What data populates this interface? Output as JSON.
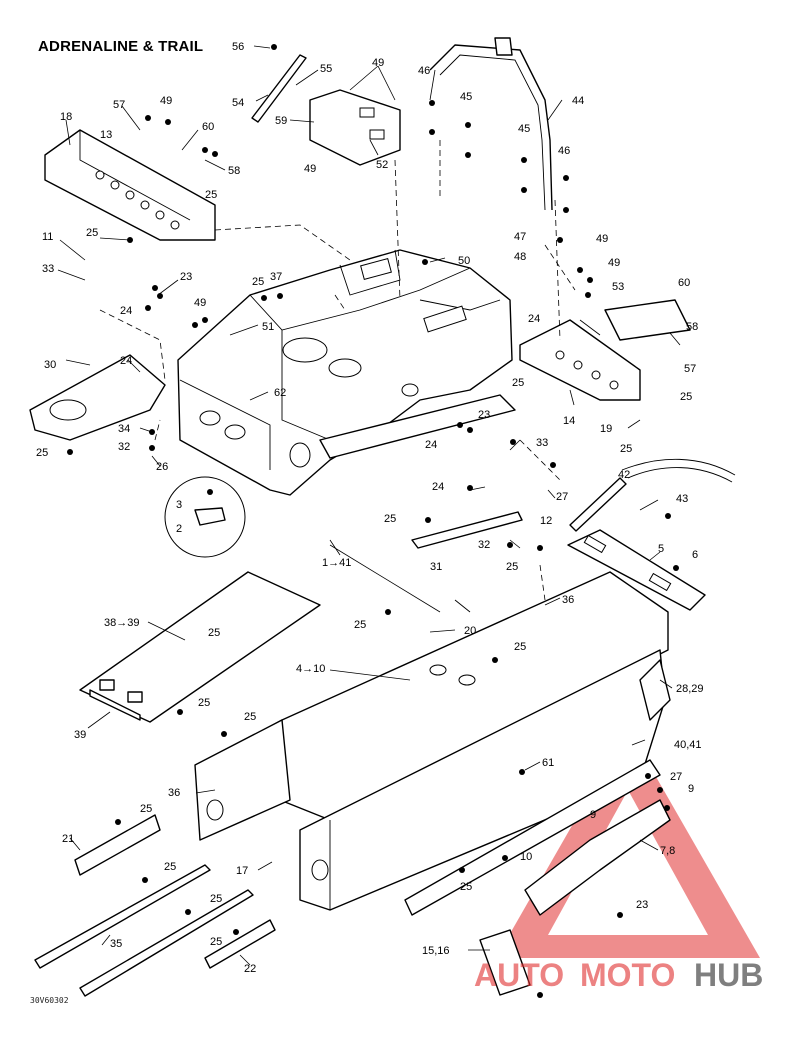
{
  "title": "ADRENALINE & TRAIL",
  "drawing_code": "30V60302",
  "watermark": {
    "part1": "AUTO",
    "part2": "MOTO",
    "part3": "HUB",
    "color_red": "#e03030",
    "color_gray": "#555555"
  },
  "callouts": [
    {
      "id": "c56",
      "text": "56"
    },
    {
      "id": "c55",
      "text": "55"
    },
    {
      "id": "c54",
      "text": "54"
    },
    {
      "id": "c59",
      "text": "59"
    },
    {
      "id": "c49a",
      "text": "49"
    },
    {
      "id": "c49b",
      "text": "49"
    },
    {
      "id": "c52",
      "text": "52"
    },
    {
      "id": "c46a",
      "text": "46"
    },
    {
      "id": "c45a",
      "text": "45"
    },
    {
      "id": "c44",
      "text": "44"
    },
    {
      "id": "c45b",
      "text": "45"
    },
    {
      "id": "c46b",
      "text": "46"
    },
    {
      "id": "c18",
      "text": "18"
    },
    {
      "id": "c57a",
      "text": "57"
    },
    {
      "id": "c49c",
      "text": "49"
    },
    {
      "id": "c60a",
      "text": "60"
    },
    {
      "id": "c13",
      "text": "13"
    },
    {
      "id": "c58a",
      "text": "58"
    },
    {
      "id": "c25a",
      "text": "25"
    },
    {
      "id": "c25b",
      "text": "25"
    },
    {
      "id": "c11",
      "text": "11"
    },
    {
      "id": "c33a",
      "text": "33"
    },
    {
      "id": "c23a",
      "text": "23"
    },
    {
      "id": "c24a",
      "text": "24"
    },
    {
      "id": "c25c",
      "text": "25"
    },
    {
      "id": "c37",
      "text": "37"
    },
    {
      "id": "c50",
      "text": "50"
    },
    {
      "id": "c49d",
      "text": "49"
    },
    {
      "id": "c51",
      "text": "51"
    },
    {
      "id": "c47",
      "text": "47"
    },
    {
      "id": "c49e",
      "text": "49"
    },
    {
      "id": "c48",
      "text": "48"
    },
    {
      "id": "c49f",
      "text": "49"
    },
    {
      "id": "c53",
      "text": "53"
    },
    {
      "id": "c60b",
      "text": "60"
    },
    {
      "id": "c58b",
      "text": "58"
    },
    {
      "id": "c24b",
      "text": "24"
    },
    {
      "id": "c57b",
      "text": "57"
    },
    {
      "id": "c25d",
      "text": "25"
    },
    {
      "id": "c30",
      "text": "30"
    },
    {
      "id": "c24c",
      "text": "24"
    },
    {
      "id": "c62",
      "text": "62"
    },
    {
      "id": "c14",
      "text": "14"
    },
    {
      "id": "c25e",
      "text": "25"
    },
    {
      "id": "c19",
      "text": "19"
    },
    {
      "id": "c25f",
      "text": "25"
    },
    {
      "id": "c34",
      "text": "34"
    },
    {
      "id": "c32a",
      "text": "32"
    },
    {
      "id": "c25g",
      "text": "25"
    },
    {
      "id": "c26",
      "text": "26"
    },
    {
      "id": "c23b",
      "text": "23"
    },
    {
      "id": "c24d",
      "text": "24"
    },
    {
      "id": "c33b",
      "text": "33"
    },
    {
      "id": "c3",
      "text": "3"
    },
    {
      "id": "c2",
      "text": "2"
    },
    {
      "id": "c24e",
      "text": "24"
    },
    {
      "id": "c27a",
      "text": "27"
    },
    {
      "id": "c42",
      "text": "42"
    },
    {
      "id": "c43",
      "text": "43"
    },
    {
      "id": "c25h",
      "text": "25"
    },
    {
      "id": "c12",
      "text": "12"
    },
    {
      "id": "c32b",
      "text": "32"
    },
    {
      "id": "c31",
      "text": "31"
    },
    {
      "id": "c1_41",
      "text": "1→41"
    },
    {
      "id": "c5",
      "text": "5"
    },
    {
      "id": "c6",
      "text": "6"
    },
    {
      "id": "c25i",
      "text": "25"
    },
    {
      "id": "c36a",
      "text": "36"
    },
    {
      "id": "c38_39",
      "text": "38→39"
    },
    {
      "id": "c25j",
      "text": "25"
    },
    {
      "id": "c25k",
      "text": "25"
    },
    {
      "id": "c20",
      "text": "20"
    },
    {
      "id": "c25l",
      "text": "25"
    },
    {
      "id": "c4_10",
      "text": "4→10"
    },
    {
      "id": "c28_29",
      "text": "28,29"
    },
    {
      "id": "c39",
      "text": "39"
    },
    {
      "id": "c25m",
      "text": "25"
    },
    {
      "id": "c25n",
      "text": "25"
    },
    {
      "id": "c40_41",
      "text": "40,41"
    },
    {
      "id": "c61",
      "text": "61"
    },
    {
      "id": "c27b",
      "text": "27"
    },
    {
      "id": "c9a",
      "text": "9"
    },
    {
      "id": "c36b",
      "text": "36"
    },
    {
      "id": "c9b",
      "text": "9"
    },
    {
      "id": "c25o",
      "text": "25"
    },
    {
      "id": "c7_8",
      "text": "7,8"
    },
    {
      "id": "c21",
      "text": "21"
    },
    {
      "id": "c10",
      "text": "10"
    },
    {
      "id": "c25p",
      "text": "25"
    },
    {
      "id": "c17",
      "text": "17"
    },
    {
      "id": "c25q",
      "text": "25"
    },
    {
      "id": "c23c",
      "text": "23"
    },
    {
      "id": "c35",
      "text": "35"
    },
    {
      "id": "c25r",
      "text": "25"
    },
    {
      "id": "c15_16",
      "text": "15,16"
    },
    {
      "id": "c22",
      "text": "22"
    },
    {
      "id": "c25s",
      "text": "25"
    }
  ]
}
